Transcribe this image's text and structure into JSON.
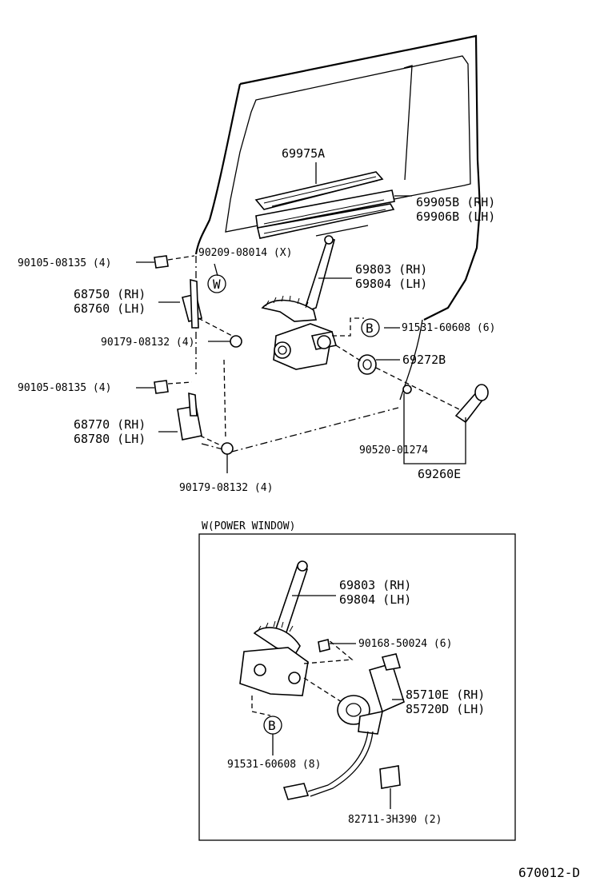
{
  "labels": {
    "glass": "69975A",
    "channel_rh": "69905B (RH)",
    "channel_lh": "69906B (LH)",
    "bolt_top": "90105-08135 (4)",
    "washer_w": "90209-08014 (X)",
    "regulator_rh": "69803 (RH)",
    "regulator_lh": "69804 (LH)",
    "hinge_upper_rh": "68750 (RH)",
    "hinge_upper_lh": "68760 (LH)",
    "bolt_b": "91531-60608 (6)",
    "nut_upper": "90179-08132 (4)",
    "seat": "69272B",
    "bolt_lower": "90105-08135 (4)",
    "hinge_lower_rh": "68770 (RH)",
    "hinge_lower_lh": "68780 (LH)",
    "clip": "90520-01274",
    "handle": "69260E",
    "nut_lower": "90179-08132 (4)",
    "power_title": "W(POWER WINDOW)",
    "pw_regulator_rh": "69803 (RH)",
    "pw_regulator_lh": "69804 (LH)",
    "pw_screw": "90168-50024 (6)",
    "motor_rh": "85710E (RH)",
    "motor_lh": "85720D (LH)",
    "pw_bolt": "91531-60608 (8)",
    "connector": "82711-3H390 (2)",
    "callout_w": "W",
    "callout_b": "B",
    "callout_b2": "B",
    "diagram_id": "670012-D"
  }
}
